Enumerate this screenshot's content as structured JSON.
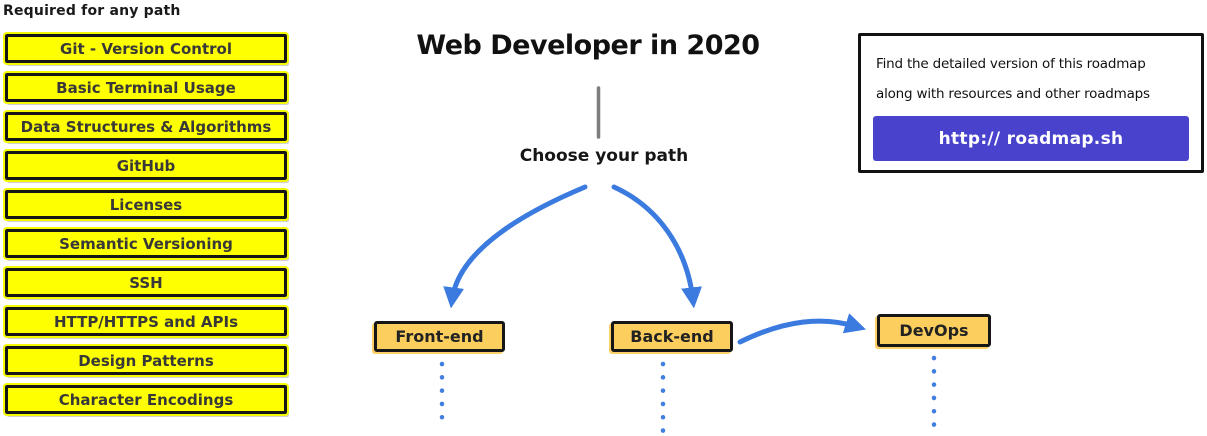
{
  "left_panel": {
    "heading": "Required for any path",
    "items": [
      "Git - Version Control",
      "Basic Terminal Usage",
      "Data Structures & Algorithms",
      "GitHub",
      "Licenses",
      "Semantic Versioning",
      "SSH",
      "HTTP/HTTPS and APIs",
      "Design Patterns",
      "Character Encodings"
    ]
  },
  "center": {
    "title": "Web Developer in 2020",
    "choose_label": "Choose your path",
    "paths": [
      {
        "label": "Front-end"
      },
      {
        "label": "Back-end"
      },
      {
        "label": "DevOps"
      }
    ]
  },
  "info_box": {
    "line1": "Find the detailed version of this roadmap",
    "line2": "along with resources and other roadmaps",
    "button_label": "http:// roadmap.sh"
  },
  "colors": {
    "highlight_yellow": "#FEFF00",
    "node_amber": "#FBCE5D",
    "arrow_blue": "#3B7ADF",
    "button_indigo": "#4842CD",
    "trunk_gray": "#7D7D7D"
  }
}
